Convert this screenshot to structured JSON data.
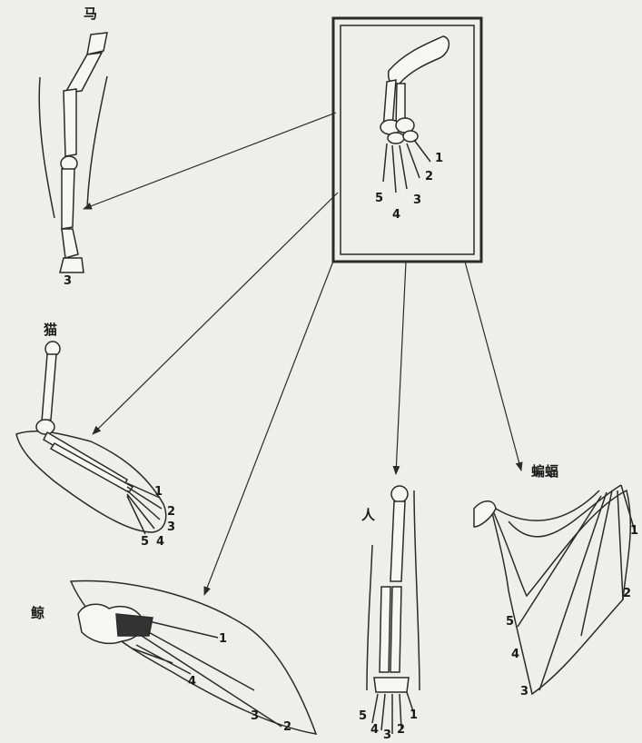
{
  "title": "",
  "center_panel": {
    "digit_labels": [
      "1",
      "2",
      "3",
      "4",
      "5"
    ]
  },
  "horse": {
    "name": "马",
    "digit_labels": [
      "3"
    ]
  },
  "cat": {
    "name": "猫",
    "digit_labels": [
      "1",
      "2",
      "3",
      "4",
      "5"
    ]
  },
  "whale": {
    "name": "鲸",
    "digit_labels": [
      "1",
      "2",
      "3",
      "4"
    ]
  },
  "human": {
    "name": "人",
    "digit_labels": [
      "1",
      "2",
      "3",
      "4",
      "5"
    ]
  },
  "bat": {
    "name": "蝙蝠",
    "digit_labels": [
      "1",
      "2",
      "3",
      "4",
      "5"
    ]
  },
  "colors": {
    "background": "#eeeeea",
    "line": "#2a2a2a",
    "bone": "#f6f6f2",
    "fill_dark": "#333333"
  }
}
